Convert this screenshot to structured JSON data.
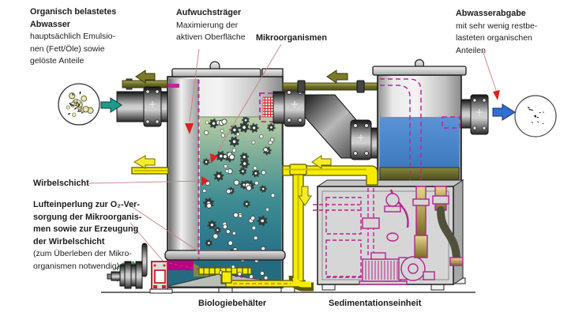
{
  "annotations": {
    "inflow": {
      "bold": [
        "Organisch belastetes",
        "Abwasser"
      ],
      "normal": [
        "hauptsächlich Emulsio-",
        "nen (Fett/Öle) sowie",
        "gelöste Anteile"
      ]
    },
    "carrier": {
      "bold": [
        "Aufwuchsträger"
      ],
      "normal": [
        "Maximierung der",
        "aktiven Oberfläche"
      ]
    },
    "microorganisms": {
      "bold": [
        "Mikroorganismen"
      ]
    },
    "outflow": {
      "bold": [
        "Abwasserabgabe"
      ],
      "normal": [
        "mit sehr wenig restbe-",
        "lasteten organischen",
        "Anteilen"
      ]
    },
    "fluidized_bed": {
      "bold": [
        "Wirbelschicht"
      ]
    },
    "aeration": {
      "bold": [
        "Lufteinperlung zur O₂-Ver-",
        "sorgung der Mikroorganis-",
        "men sowie zur Erzeugung",
        "der Wirbelschicht"
      ],
      "normal": [
        "(zum Überleben der Mikro-",
        "organismen notwendig)"
      ]
    }
  },
  "captions": {
    "bio_tank": "Biologiebehälter",
    "sedimentation_unit": "Sedimentationseinheit"
  },
  "colors": {
    "magenta_piping": "#c2249a",
    "air_pipe_yellow": "#f6ec00",
    "vent_pipe_olive": "#7c7c30",
    "inflow_arrow_teal": "#1f9a8a",
    "outflow_arrow_blue": "#2f6fd0",
    "annotation_arrow_red": "#e02020",
    "water_top_green": "#bccfa6",
    "water_deep_teal": "#2a7389",
    "clarified_water_blue": "#4886cc"
  }
}
